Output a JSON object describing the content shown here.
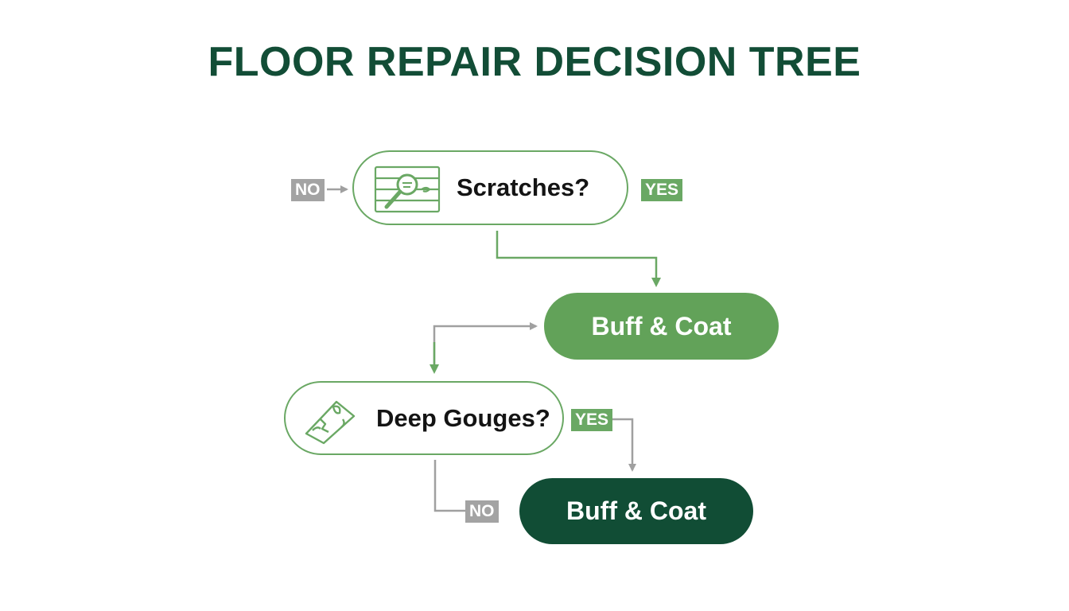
{
  "title": "FLOOR REPAIR DECISION TREE",
  "nodes": {
    "scratches": {
      "label": "Scratches?",
      "icon": "magnifier-on-floorboard-icon"
    },
    "buff_coat_1": {
      "label": "Buff & Coat"
    },
    "deep_gouges": {
      "label": "Deep Gouges?",
      "icon": "cracked-plank-icon"
    },
    "buff_coat_2": {
      "label": "Buff & Coat"
    }
  },
  "tags": {
    "no_1": "NO",
    "yes_1": "YES",
    "yes_2": "YES",
    "no_2": "NO"
  },
  "colors": {
    "title": "#124d36",
    "outline_green": "#6aa864",
    "light_action": "#62a259",
    "dark_action": "#114d35",
    "yes_tag": "#6aa864",
    "no_tag": "#a3a3a3",
    "gray_connector": "#a0a0a0"
  }
}
